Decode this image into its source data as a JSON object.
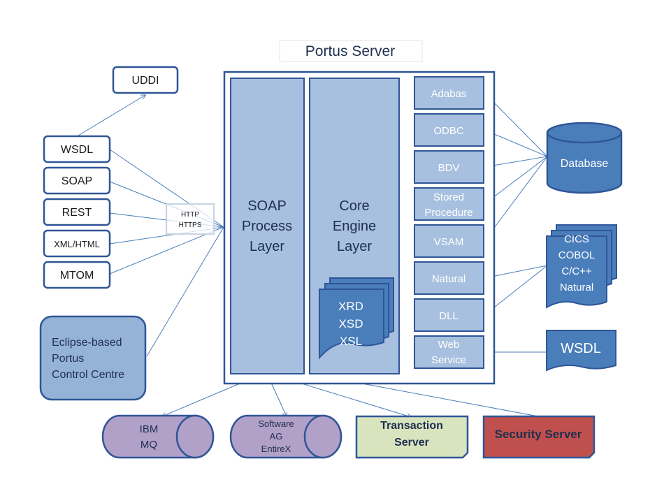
{
  "title": "Portus Server",
  "uddi": "UDDI",
  "protocols": [
    "WSDL",
    "SOAP",
    "REST",
    "XML/HTML",
    "MTOM"
  ],
  "http_label": [
    "HTTP",
    "HTTPS"
  ],
  "control_centre": [
    "Eclipse-based",
    "Portus",
    "Control Centre"
  ],
  "soap_layer": [
    "SOAP",
    "Process",
    "Layer"
  ],
  "core_layer": [
    "Core",
    "Engine",
    "Layer"
  ],
  "core_docs": [
    "XRD",
    "XSD",
    "XSL"
  ],
  "adapters": [
    [
      "Adabas"
    ],
    [
      "ODBC"
    ],
    [
      "BDV"
    ],
    [
      "Stored",
      "Procedure"
    ],
    [
      "VSAM"
    ],
    [
      "Natural"
    ],
    [
      "DLL"
    ],
    [
      "Web",
      "Service"
    ]
  ],
  "database": "Database",
  "legacy_docs": [
    "CICS",
    "COBOL",
    "C/C++",
    "Natural"
  ],
  "wsdl_doc": "WSDL",
  "ibm_mq": [
    "IBM",
    "MQ"
  ],
  "entirex": [
    "Software",
    "AG",
    "EntireX"
  ],
  "transaction_server": [
    "Transaction",
    "Server"
  ],
  "security_server": "Security Server",
  "colors": {
    "outline": "#2f5597",
    "layer_fill": "#a8c0df",
    "doc_fill": "#4a7ebb",
    "cylinder_fill": "#b1a0c7",
    "transaction_fill": "#d7e4bd",
    "security_fill": "#c0504d",
    "control_fill": "#95b3d7",
    "connector": "#4a7ebb"
  }
}
